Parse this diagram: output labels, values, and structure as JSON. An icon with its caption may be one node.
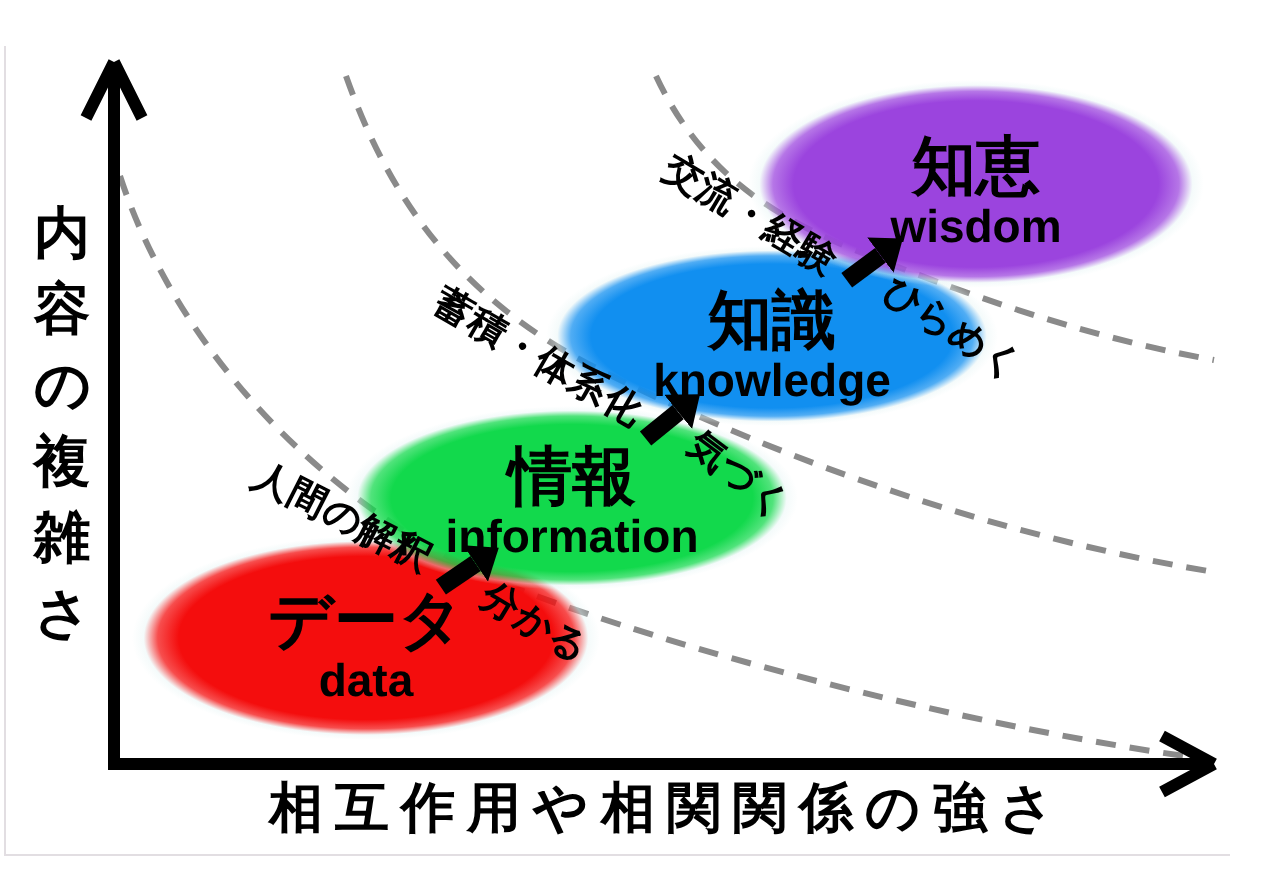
{
  "diagram": {
    "nodes": [
      {
        "text": [
          "データ",
          "data"
        ]
      },
      {
        "text": [
          "情報",
          "information"
        ]
      },
      {
        "text": [
          "知識",
          "knowledge"
        ]
      },
      {
        "text": [
          "知恵",
          "wisdom"
        ]
      }
    ],
    "edges": [
      {
        "from": 0,
        "to": 1,
        "arrow": "to"
      },
      {
        "from": 1,
        "to": 2,
        "arrow": "to"
      },
      {
        "from": 2,
        "to": 3,
        "arrow": "to"
      }
    ],
    "labels": [
      "内容の複雑さ",
      "交流・経験",
      "ひらめく",
      "蓄積・体系化",
      "気づく",
      "人間の解釈",
      "分かる",
      "相互作用や相関関係の強さ"
    ]
  }
}
